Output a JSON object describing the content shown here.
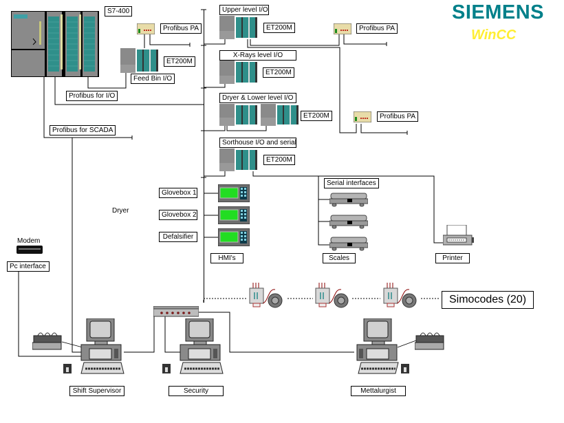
{
  "branding": {
    "company": "SIEMENS",
    "product": "WinCC",
    "company_color": "#00808a",
    "product_color": "#ffee33"
  },
  "labels": {
    "plc_main": "S7-400",
    "profibus_pa_1": "Profibus PA",
    "et200m_feedbin": "ET200M",
    "feed_bin_io": "Feed Bin I/O",
    "profibus_for_io": "Profibus for I/O",
    "profibus_for_scada": "Profibus for SCADA",
    "upper_level_io": "Upper level I/O",
    "et200m_upper": "ET200M",
    "profibus_pa_2": "Profibus PA",
    "xrays_level_io": "X-Rays level I/O",
    "et200m_xrays": "ET200M",
    "dryer_lower_level_io": "Dryer  & Lower level I/O",
    "et200m_dryer": "ET200M",
    "profibus_pa_3": "Profibus PA",
    "sorthouse_io_serial": "Sorthouse I/O and serial",
    "et200m_sorthouse": "ET200M",
    "serial_interfaces": "Serial interfaces",
    "glovebox_1": "Glovebox 1",
    "glovebox_2": "Glovebox 2",
    "defalsifier": "Defalsifier",
    "dryer": "Dryer",
    "hmis": "HMI's",
    "scales": "Scales",
    "printer": "Printer",
    "modem": "Modem",
    "pc_interface": "Pc interface",
    "simocodes": "Simocodes (20)",
    "shift_supervisor": "Shift Supervisor",
    "security": "Security",
    "mettalurgist": "Mettalurgist"
  }
}
